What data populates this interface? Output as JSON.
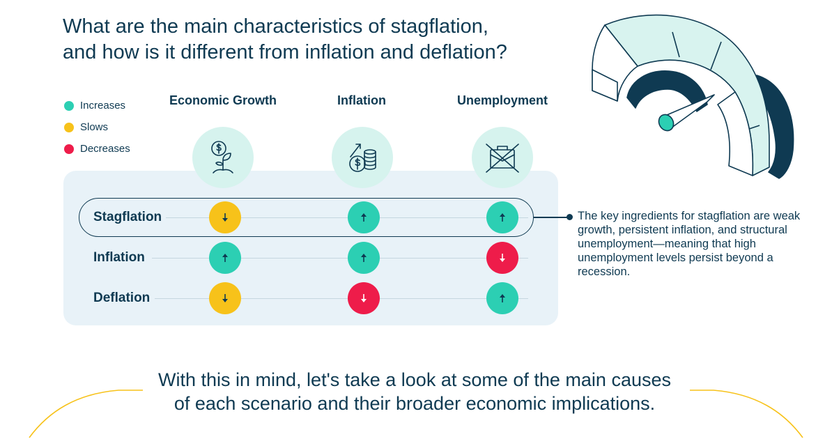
{
  "title": {
    "line1": "What are the main characteristics of stagflation,",
    "line2": "and how is it different from inflation and deflation?"
  },
  "legend": [
    {
      "label": "Increases",
      "color": "#2ccfb3"
    },
    {
      "label": "Slows",
      "color": "#f7c21a"
    },
    {
      "label": "Decreases",
      "color": "#ee1c4a"
    }
  ],
  "columns": [
    {
      "label": "Economic Growth",
      "icon": "plant-dollar-icon"
    },
    {
      "label": "Inflation",
      "icon": "coins-growth-icon"
    },
    {
      "label": "Unemployment",
      "icon": "crossed-briefcase-icon"
    }
  ],
  "rows": [
    {
      "label": "Stagflation",
      "cells": [
        "slows",
        "increases",
        "increases"
      ]
    },
    {
      "label": "Inflation",
      "cells": [
        "increases",
        "increases",
        "decreases"
      ]
    },
    {
      "label": "Deflation",
      "cells": [
        "slows",
        "decreases",
        "increases"
      ]
    }
  ],
  "note": "The key ingredients for stagflation are weak growth, persistent inflation, and structural unemployment—meaning that high unemployment levels persist beyond a recession.",
  "footer": {
    "line1": "With this in mind, let's take a look at some of the main causes",
    "line2": "of each scenario and their broader economic implications."
  },
  "colors": {
    "increases": "#2ccfb3",
    "slows": "#f7c21a",
    "decreases": "#ee1c4a",
    "navy": "#0f3a52",
    "panel": "#e8f2f8",
    "accent_line": "#f7c21a"
  }
}
